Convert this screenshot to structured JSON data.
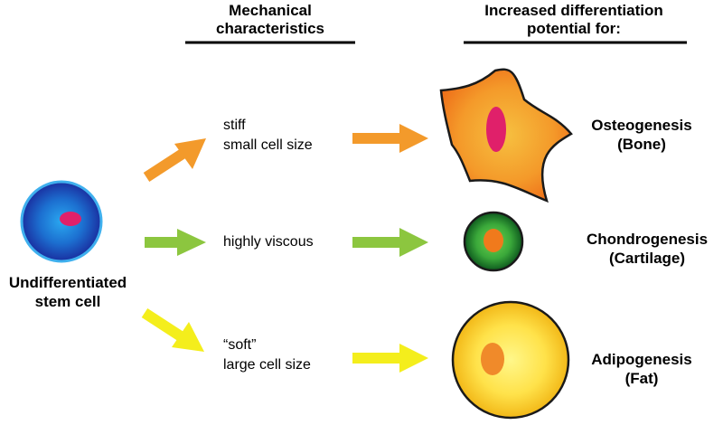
{
  "headers": {
    "mechanical": [
      "Mechanical",
      "characteristics"
    ],
    "differentiation": [
      "Increased differentiation",
      "potential for:"
    ]
  },
  "stem_cell": {
    "label": [
      "Undifferentiated",
      "stem cell"
    ],
    "colors": {
      "outer": "#1a2fa0",
      "inner": "#1f8fe0",
      "nucleus": "#e0206a",
      "rim": "#3fb0ee"
    }
  },
  "rows": [
    {
      "id": "osteo",
      "mechanical": [
        "stiff",
        "small cell size"
      ],
      "outcome": [
        "Osteogenesis",
        "(Bone)"
      ],
      "arrow_color": "#f39a2b",
      "cell_colors": {
        "outer": "#f07a1c",
        "inner": "#f4b23c",
        "nucleus": "#e0206a"
      }
    },
    {
      "id": "chondro",
      "mechanical": [
        "highly viscous"
      ],
      "outcome": [
        "Chondrogenesis",
        "(Cartilage)"
      ],
      "arrow_color": "#8cc63f",
      "cell_colors": {
        "outer": "#0e5a1e",
        "inner": "#5cc44a",
        "nucleus": "#f07a1c"
      }
    },
    {
      "id": "adipo",
      "mechanical": [
        "“soft”",
        "large cell size"
      ],
      "outcome": [
        "Adipogenesis",
        "(Fat)"
      ],
      "arrow_color": "#f4ee1c",
      "cell_colors": {
        "outer": "#f2c21a",
        "inner": "#fff36a",
        "nucleus": "#f08a2a"
      }
    }
  ]
}
